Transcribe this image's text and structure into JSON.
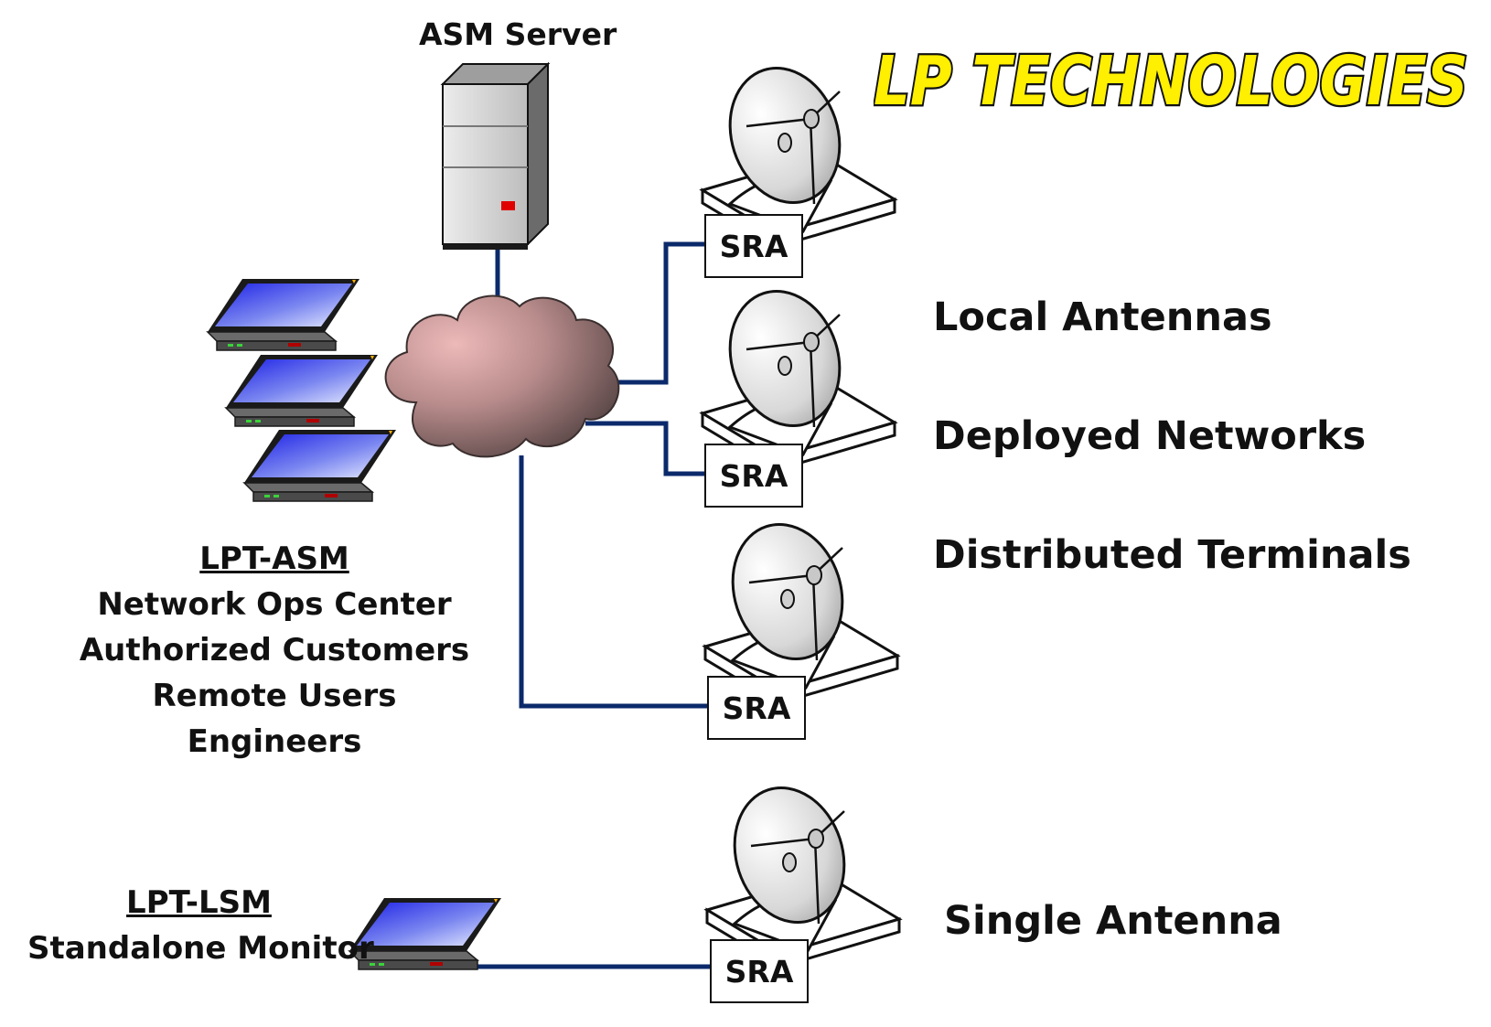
{
  "server": {
    "label": "ASM Server"
  },
  "logo": {
    "text": "LP TECHNOLOGIES",
    "fill": "#FFEF00",
    "stroke": "#111111"
  },
  "asm_group": {
    "title": "LPT-ASM",
    "lines": [
      "Network Ops Center",
      "Authorized Customers",
      "Remote Users",
      "Engineers"
    ]
  },
  "lsm_group": {
    "title": "LPT-LSM",
    "subtitle": "Standalone Monitor"
  },
  "antenna_labels": [
    "Local Antennas",
    "Deployed Networks",
    "Distributed Terminals"
  ],
  "single_label": "Single Antenna",
  "sra_labels": [
    "SRA",
    "SRA",
    "SRA",
    "SRA"
  ],
  "colors": {
    "link": "#0B2A6B",
    "cloud_light": "#E9B5B5",
    "cloud_dark": "#5A4848",
    "screen": "#2F33E8",
    "server_led": "#E00000"
  }
}
